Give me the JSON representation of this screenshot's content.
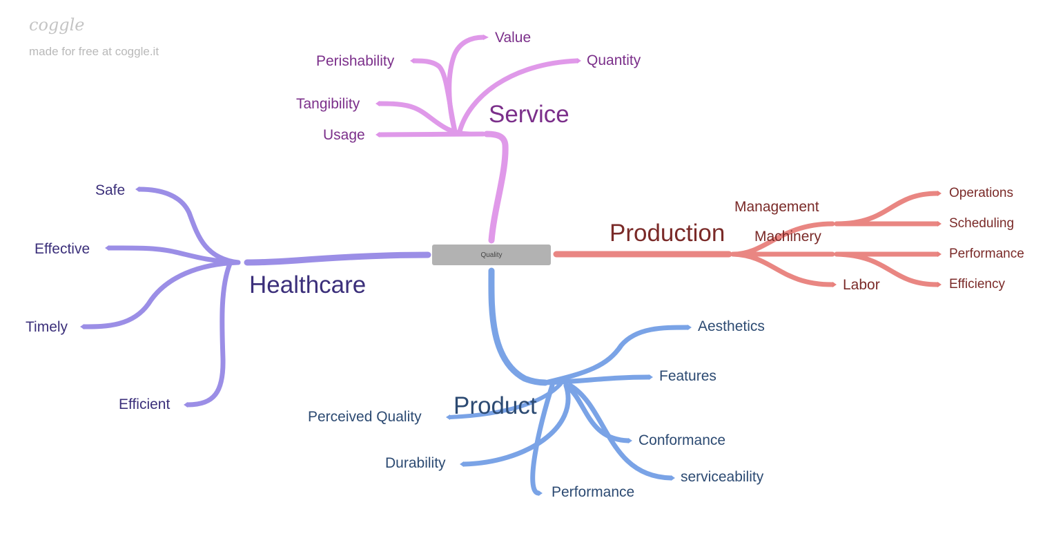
{
  "watermark": {
    "brand": "coggle",
    "tagline": "made for free at coggle.it"
  },
  "root": {
    "label": "Quality"
  },
  "colors": {
    "service": "#de94e8",
    "service_text": "#7b2f8a",
    "healthcare": "#9b8ee6",
    "healthcare_text": "#3b2f7a",
    "production": "#e8807c",
    "production_text": "#7a2a28",
    "product": "#7aa3e6",
    "product_text": "#2c4a72"
  },
  "service": {
    "label": "Service",
    "children": [
      "Value",
      "Perishability",
      "Quantity",
      "Tangibility",
      "Usage"
    ]
  },
  "healthcare": {
    "label": "Healthcare",
    "children": [
      "Safe",
      "Effective",
      "Timely",
      "Efficient"
    ]
  },
  "production": {
    "label": "Production",
    "children": [
      "Management",
      "Machinery",
      "Labor"
    ],
    "management_children": [
      "Operations",
      "Scheduling"
    ],
    "machinery_children": [
      "Performance",
      "Efficiency"
    ]
  },
  "product": {
    "label": "Product",
    "children": [
      "Aesthetics",
      "Features",
      "Perceived Quality",
      "Conformance",
      "Durability",
      "serviceability",
      "Performance"
    ]
  }
}
